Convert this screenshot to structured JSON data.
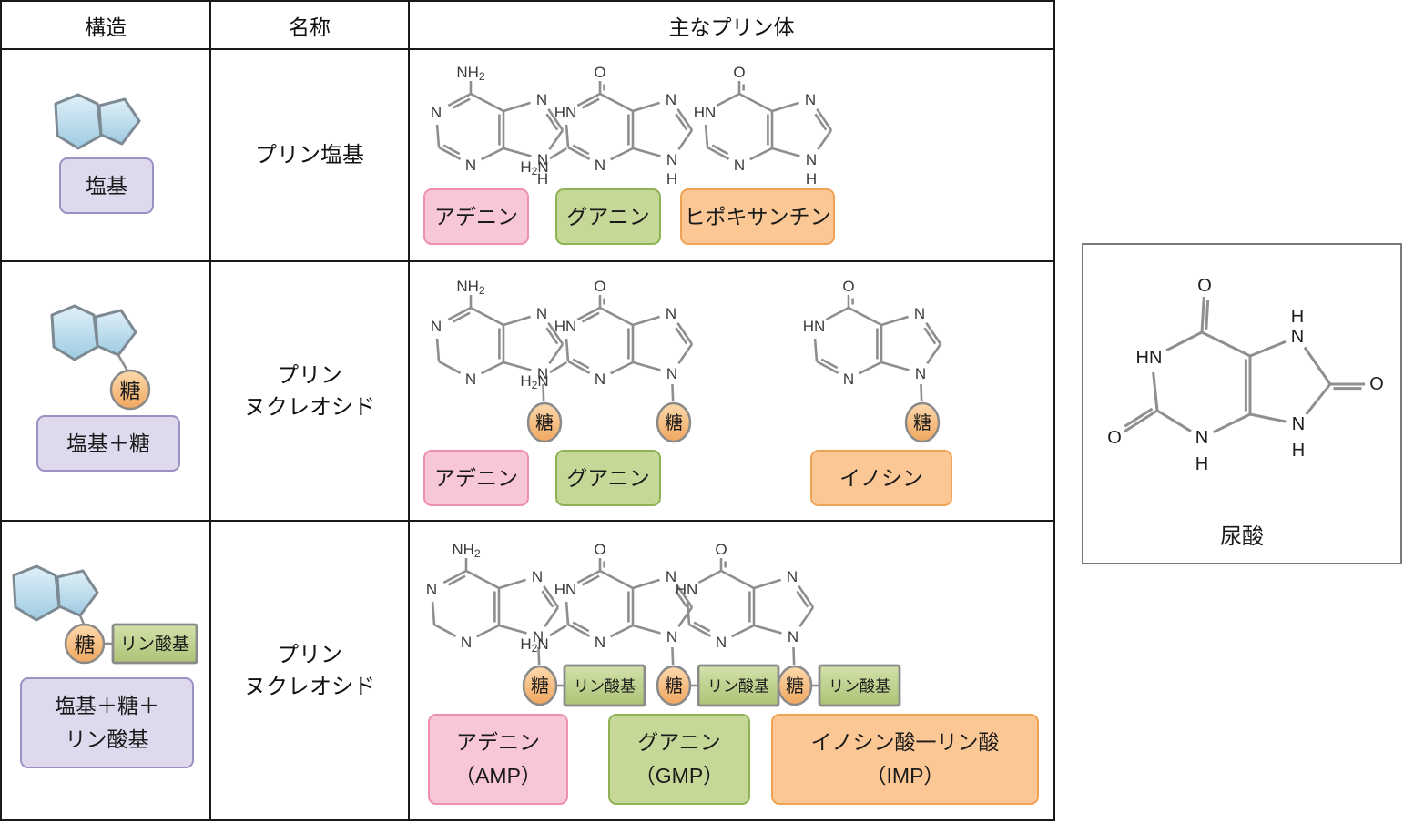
{
  "header": {
    "structure": "構造",
    "name": "名称",
    "purines": "主なプリン体"
  },
  "glyphs": {
    "N": [
      [
        "N",
        false
      ]
    ],
    "HN": [
      [
        "HN",
        false
      ]
    ],
    "O": [
      [
        "O",
        false
      ]
    ],
    "H": [
      [
        "H",
        false
      ]
    ],
    "NH2": [
      [
        "NH",
        false
      ],
      [
        "2",
        true
      ]
    ],
    "H2N": [
      [
        "H",
        false
      ],
      [
        "2",
        true
      ],
      [
        "N",
        false
      ]
    ],
    "sugar": "糖",
    "phosphate": "リン酸基"
  },
  "colors": {
    "table_border": "#1a1a1a",
    "bond": "#8e8e8e",
    "atom_text": "#3a3a3a",
    "uric_bond": "#8f8f8f",
    "uric_text": "#1c1c1c",
    "pink_fill": "#f8c7d6",
    "pink_border": "#ee8fb2",
    "green_fill": "#c6d897",
    "green_border": "#90b155",
    "orange_fill": "#fac795",
    "orange_border": "#f0a254",
    "purple_fill": "#ded9ed",
    "purple_border": "#9c90c5",
    "ring_blue_light": "#e0f0f8",
    "ring_blue_dark": "#9ecbe2",
    "sugar_light": "#fcd9ad",
    "sugar_dark": "#f0a75f",
    "phosphate_light": "#d3e2ab",
    "phosphate_dark": "#adc276"
  },
  "rows": [
    {
      "name_lines": [
        "プリン塩基"
      ],
      "icon": {
        "badge_lines": [
          "塩基"
        ],
        "attach": "none"
      },
      "molecules": [
        {
          "compound": "adenine",
          "top": "NH2",
          "n1": "N",
          "h2n": false,
          "c6n1_double": true,
          "c2n3_double": true,
          "attach": "H",
          "badge": {
            "line1": "アデニン",
            "color": "pink"
          }
        },
        {
          "compound": "guanine",
          "top": "O",
          "n1": "HN",
          "h2n": true,
          "c6n1_double": true,
          "c2n3_double": true,
          "attach": "H",
          "badge": {
            "line1": "グアニン",
            "color": "green"
          }
        },
        {
          "compound": "hypoxanthine",
          "top": "O",
          "n1": "HN",
          "h2n": false,
          "c6n1_double": false,
          "c2n3_double": true,
          "attach": "H",
          "badge": {
            "line1": "ヒポキサンチン",
            "color": "orange"
          }
        }
      ]
    },
    {
      "name_lines": [
        "プリン",
        "ヌクレオシド"
      ],
      "icon": {
        "badge_lines": [
          "塩基＋糖"
        ],
        "attach": "sugar"
      },
      "molecules": [
        {
          "compound": "adenine-nucleoside",
          "top": "NH2",
          "n1": "N",
          "h2n": false,
          "c6n1_double": true,
          "c2n3_double": false,
          "attach": "sugar",
          "badge": {
            "line1": "アデニン",
            "color": "pink"
          }
        },
        {
          "compound": "guanine-nucleoside",
          "top": "O",
          "n1": "HN",
          "h2n": true,
          "c6n1_double": true,
          "c2n3_double": true,
          "attach": "sugar",
          "badge": {
            "line1": "グアニン",
            "color": "green"
          }
        },
        {
          "compound": "inosine",
          "top": "O",
          "n1": "HN",
          "h2n": false,
          "c6n1_double": false,
          "c2n3_double": true,
          "attach": "sugar",
          "badge": {
            "line1": "イノシン",
            "color": "orange"
          }
        }
      ]
    },
    {
      "name_lines": [
        "プリン",
        "ヌクレオシド"
      ],
      "icon": {
        "badge_lines": [
          "塩基＋糖＋",
          "リン酸基"
        ],
        "attach": "sugarP"
      },
      "molecules": [
        {
          "compound": "AMP",
          "top": "NH2",
          "n1": "N",
          "h2n": false,
          "c6n1_double": true,
          "c2n3_double": false,
          "attach": "sugarP",
          "badge": {
            "line1": "アデニン",
            "line2": "（AMP）",
            "color": "pink"
          }
        },
        {
          "compound": "GMP",
          "top": "O",
          "n1": "HN",
          "h2n": true,
          "c6n1_double": true,
          "c2n3_double": true,
          "attach": "sugarP",
          "badge": {
            "line1": "グアニン",
            "line2": "（GMP）",
            "color": "green"
          }
        },
        {
          "compound": "IMP",
          "top": "O",
          "n1": "HN",
          "h2n": false,
          "c6n1_double": false,
          "c2n3_double": true,
          "attach": "sugarP",
          "badge": {
            "line1": "イノシン酸一リン酸",
            "line2": "（IMP）",
            "color": "orange"
          }
        }
      ]
    }
  ],
  "uric_acid": {
    "label": "尿酸"
  }
}
